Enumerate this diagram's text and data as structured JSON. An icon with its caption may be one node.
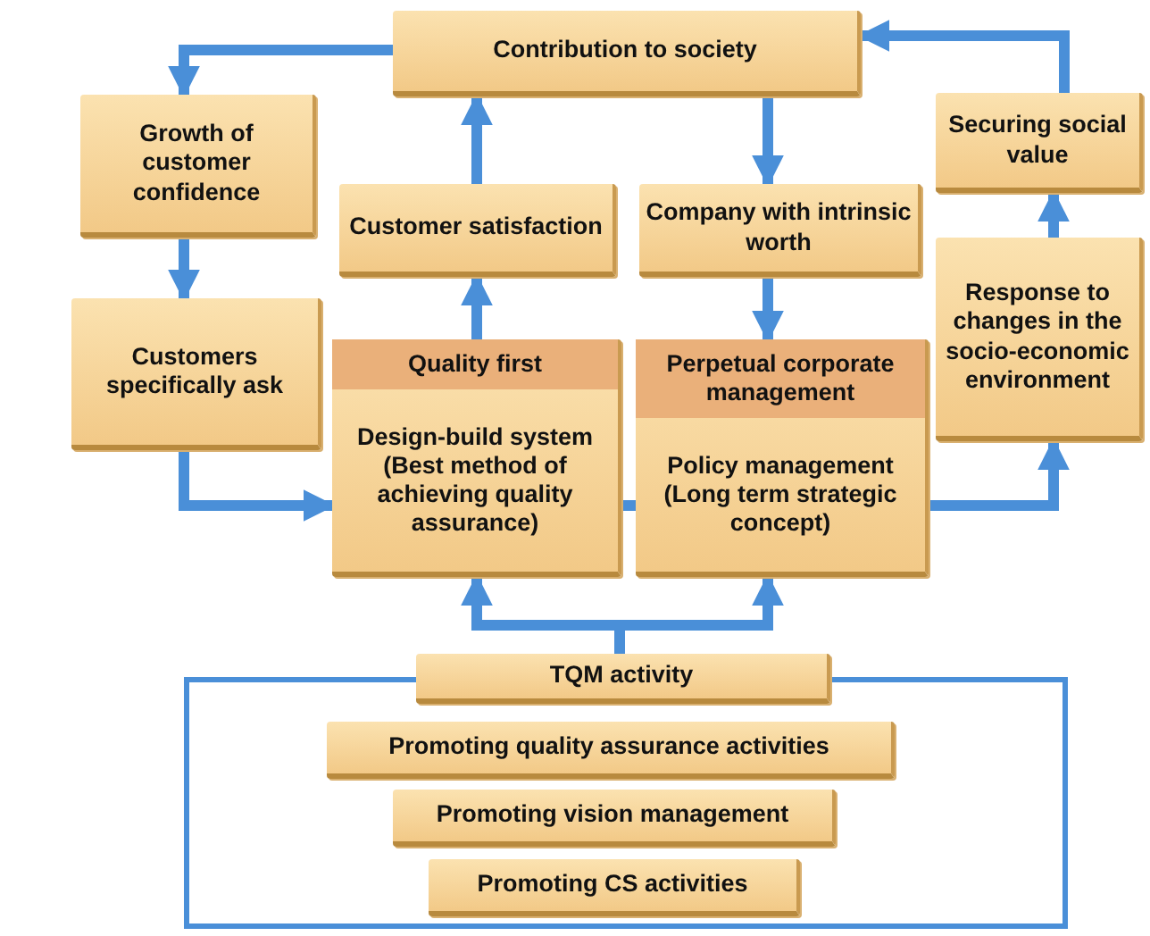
{
  "diagram": {
    "nodes": [
      {
        "text": [
          "Contribution to society"
        ]
      },
      {
        "text": [
          "Growth of customer confidence"
        ]
      },
      {
        "text": [
          "Customers specifically ask"
        ]
      },
      {
        "text": [
          "Customer satisfaction"
        ]
      },
      {
        "text": [
          "Company with intrinsic worth"
        ]
      },
      {
        "text": [
          "Securing social value"
        ]
      },
      {
        "text": [
          "Quality first",
          "Design-build system (Best method of achieving quality assurance)"
        ]
      },
      {
        "text": [
          "Perpetual corporate management",
          "Policy management (Long term strategic concept)"
        ]
      },
      {
        "text": [
          "Response to changes in the socio-economic environment"
        ]
      },
      {
        "text": [
          "TQM activity"
        ]
      },
      {
        "text": [],
        "shape": "box"
      },
      {
        "text": [
          "Promoting quality assurance activities"
        ],
        "in": 10
      },
      {
        "text": [
          "Promoting vision management"
        ],
        "in": 10
      },
      {
        "text": [
          "Promoting CS activities"
        ],
        "in": 10
      }
    ],
    "edges": [
      {
        "from": 0,
        "to": 1,
        "arrow": "to"
      },
      {
        "from": 1,
        "to": 2,
        "arrow": "to"
      },
      {
        "from": 2,
        "to": 6,
        "arrow": "to"
      },
      {
        "from": 6,
        "to": 3,
        "arrow": "to"
      },
      {
        "from": 3,
        "to": 0,
        "arrow": "to"
      },
      {
        "from": 0,
        "to": 4,
        "arrow": "to"
      },
      {
        "from": 4,
        "to": 7,
        "arrow": "to"
      },
      {
        "from": 7,
        "to": 8,
        "arrow": "to"
      },
      {
        "from": 8,
        "to": 5,
        "arrow": "to"
      },
      {
        "from": 5,
        "to": 0,
        "arrow": "to"
      },
      {
        "from": 6,
        "to": 7,
        "arrow": "none"
      },
      {
        "from": 9,
        "to": 6,
        "arrow": "to"
      },
      {
        "from": 9,
        "to": 7,
        "arrow": "to"
      }
    ]
  }
}
